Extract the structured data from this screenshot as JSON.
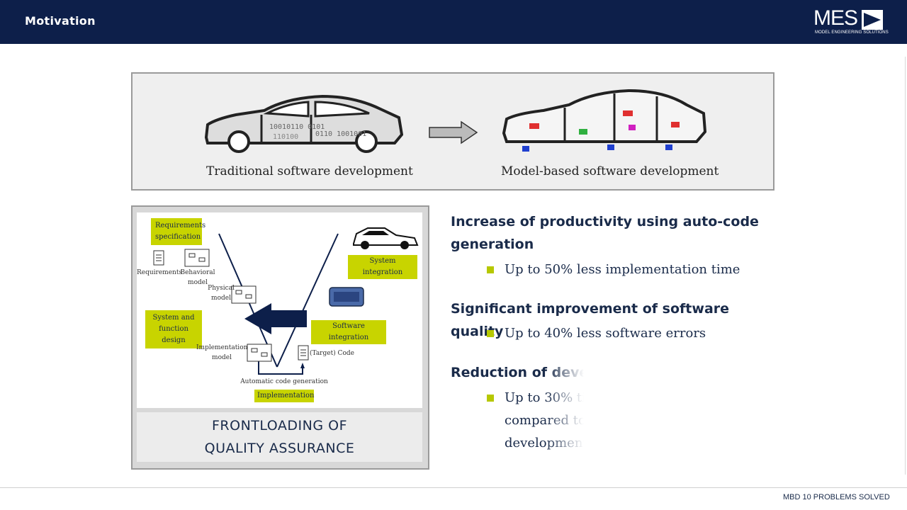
{
  "header": {
    "title": "Motivation",
    "logo_text": "MES",
    "logo_subtext": "MODEL ENGINEERING SOLUTIONS"
  },
  "top_panel": {
    "left_caption": "Traditional software development",
    "right_caption": "Model-based software development",
    "left_image": "car-binary-code-illustration",
    "right_image": "car-model-diagram-illustration"
  },
  "v_model": {
    "labels": {
      "requirements_spec": [
        "Requirements",
        "specification"
      ],
      "system_function_design": [
        "System and",
        "function design"
      ],
      "implementation": "Implementation",
      "system_integration": "System integration",
      "software_integration": "Software integration"
    },
    "items": {
      "requirements": "Requirements",
      "behavioral_model": [
        "Behavioral",
        "model"
      ],
      "physical_model": [
        "Physical",
        "model"
      ],
      "implementation_model": [
        "Implementation",
        "model"
      ],
      "target_code": "(Target) Code",
      "auto_code_gen": "Automatic code generation"
    },
    "caption": [
      "FRONTLOADING OF",
      "QUALITY ASSURANCE"
    ],
    "colors": {
      "label_bg": "#c8d400",
      "arrow": "#0d1f4a"
    }
  },
  "points": [
    {
      "heading": "Increase of productivity using auto-code generation",
      "bullets": [
        "Up to 50% less implementation time"
      ]
    },
    {
      "heading": "Significant improvement of software quality",
      "bullets": [
        "Up to 40% less software errors"
      ]
    },
    {
      "heading": "Reduction of deve",
      "bullets": [
        "Up to 30% ti",
        "compared to",
        "development"
      ]
    }
  ],
  "footer": {
    "text": "MBD 10 PROBLEMS SOLVED"
  },
  "colors": {
    "header_bg": "#0d1f4a",
    "accent": "#b6c800",
    "text": "#1a2b4a"
  }
}
